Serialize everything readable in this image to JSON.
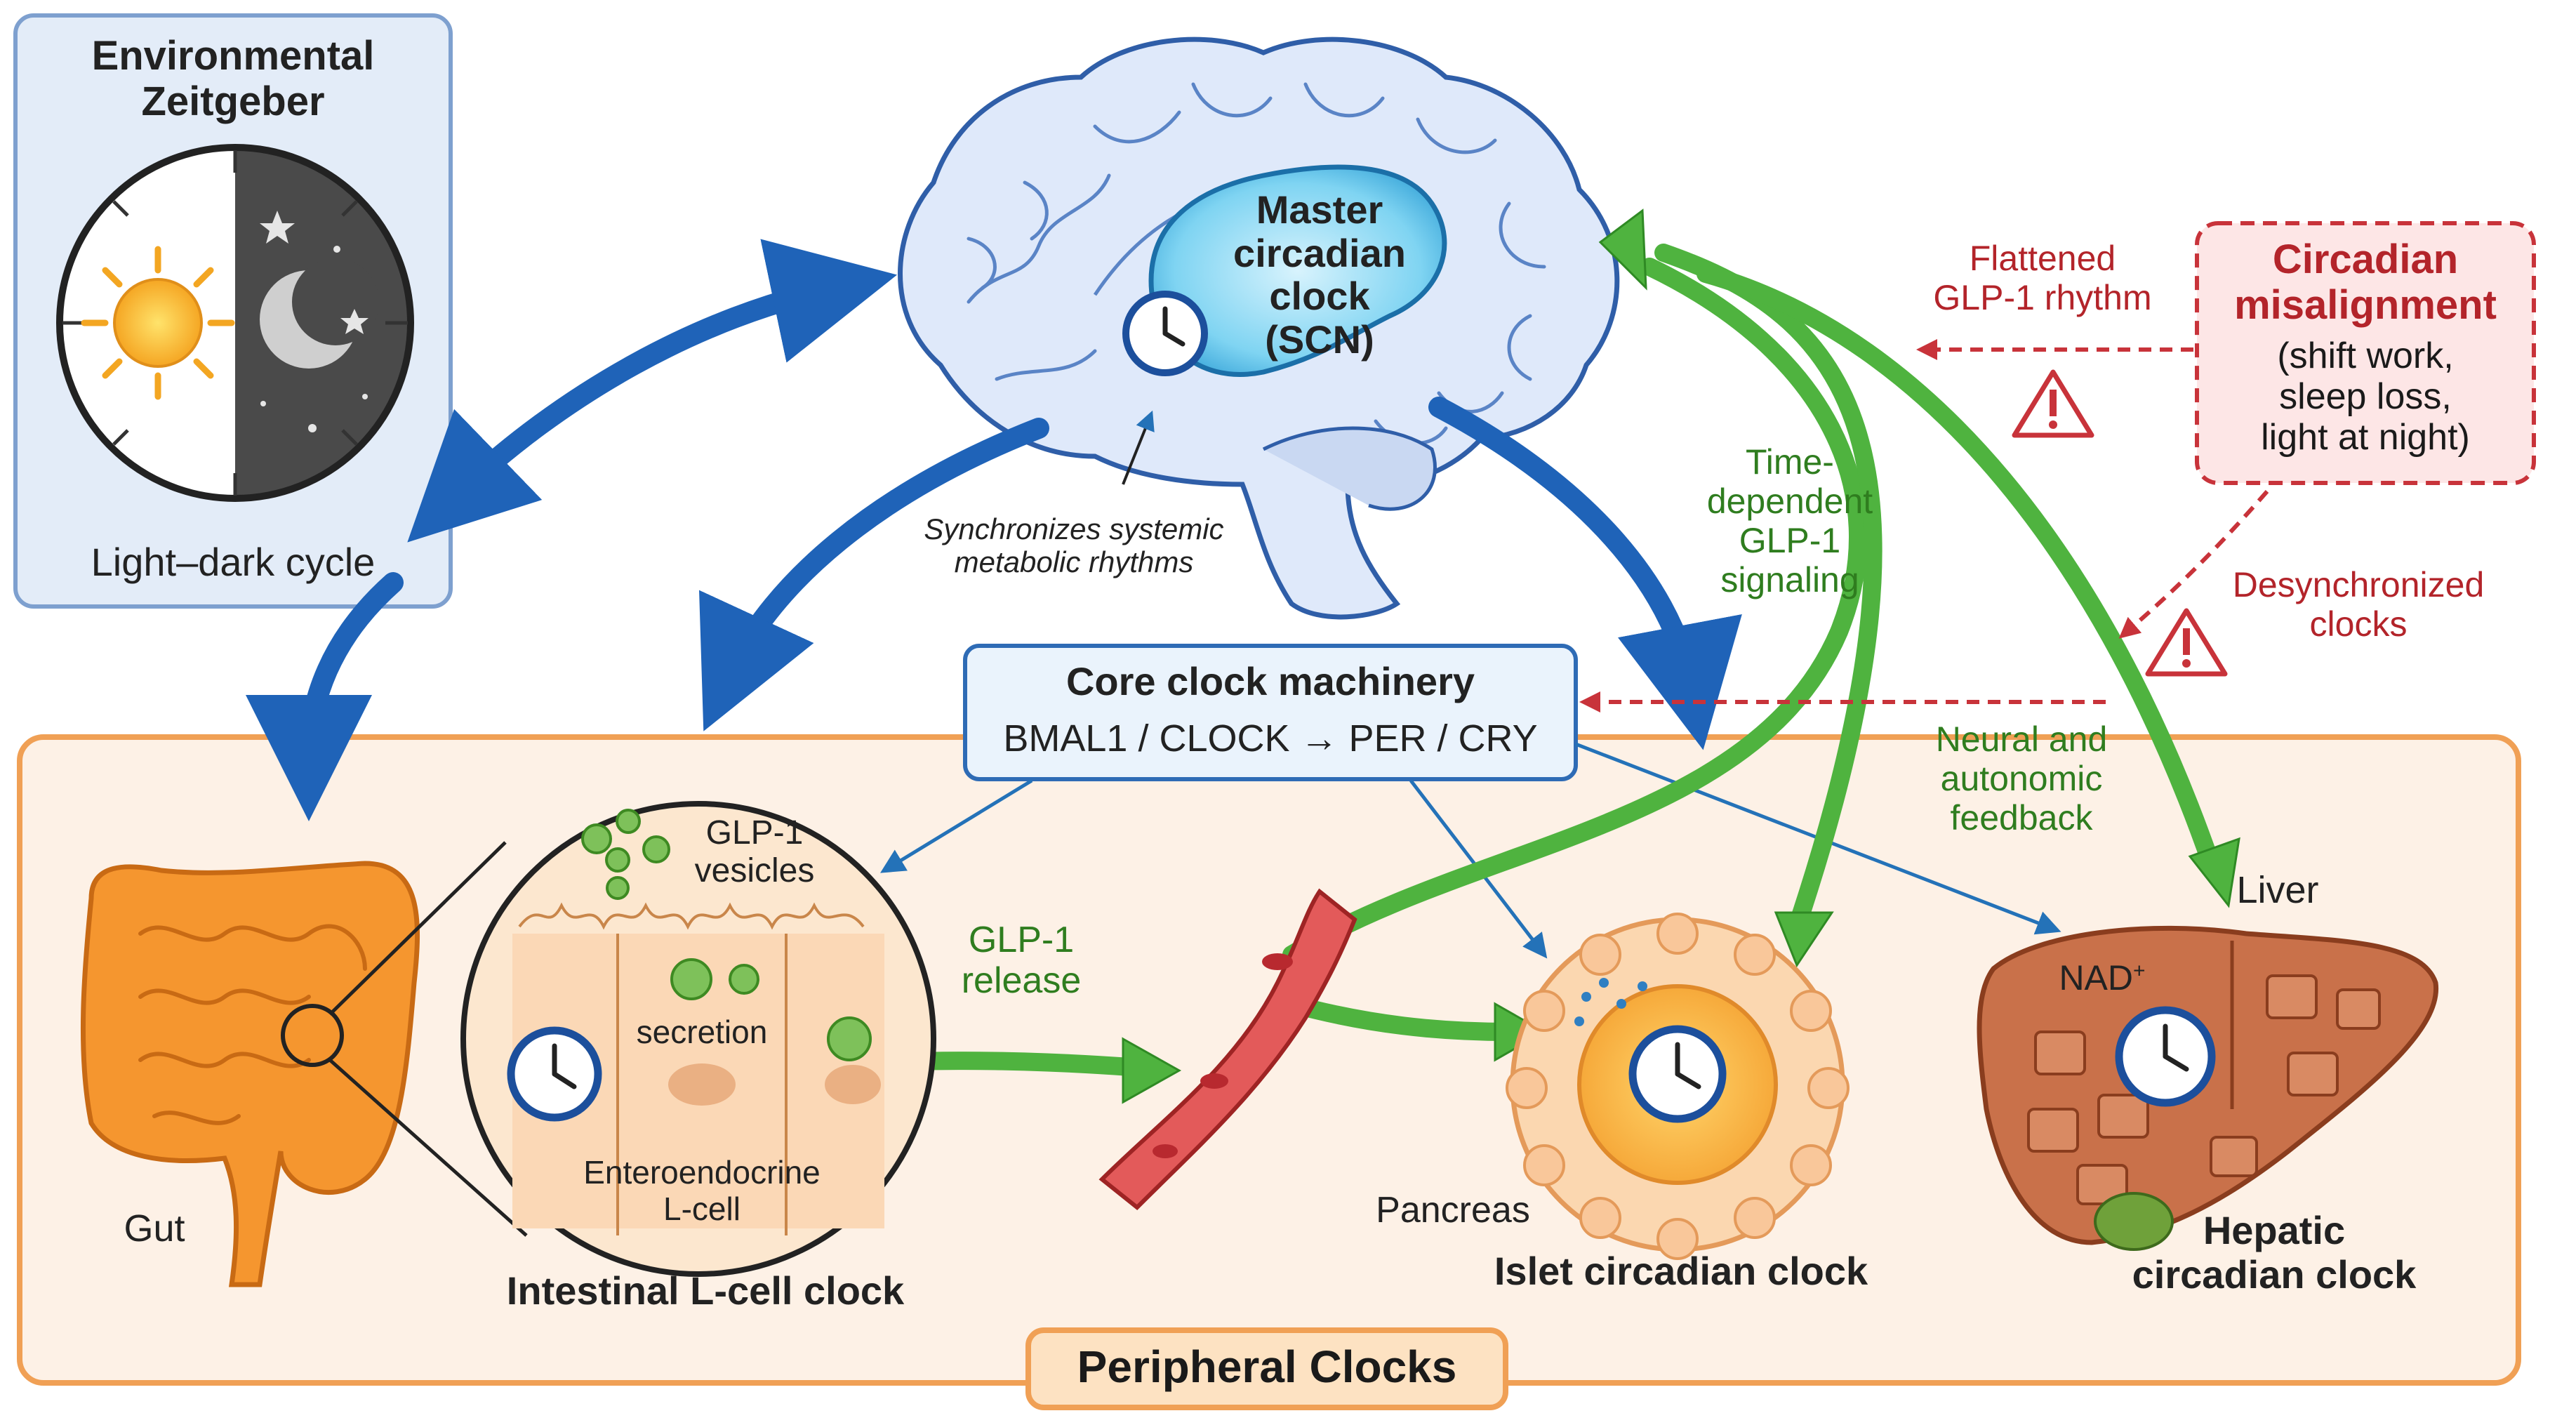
{
  "zeitgeber": {
    "title_line1": "Environmental",
    "title_line2": "Zeitgeber",
    "caption": "Light–dark cycle",
    "day_icon": "sun-icon",
    "night_icon": "moon-icon"
  },
  "brain": {
    "scn_line1": "Master",
    "scn_line2": "circadian",
    "scn_line3": "clock",
    "scn_line4": "(SCN)",
    "annotation_line1": "Synchronizes systemic",
    "annotation_line2": "metabolic rhythms"
  },
  "core_clock": {
    "title": "Core clock machinery",
    "formula": "BMAL1 / CLOCK → PER / CRY"
  },
  "misalignment": {
    "title_line1": "Circadian",
    "title_line2": "misalignment",
    "detail_line1": "(shift work,",
    "detail_line2": "sleep loss,",
    "detail_line3": "light at night)",
    "flattened_line1": "Flattened",
    "flattened_line2": "GLP-1 rhythm",
    "desync_line1": "Desynchronized",
    "desync_line2": "clocks",
    "warning_icon": "warning-triangle-icon"
  },
  "signaling": {
    "time_dep_line1": "Time-",
    "time_dep_line2": "dependent",
    "time_dep_line3": "GLP-1",
    "time_dep_line4": "signaling",
    "neural_line1": "Neural and",
    "neural_line2": "autonomic",
    "neural_line3": "feedback",
    "release_line1": "GLP-1",
    "release_line2": "release"
  },
  "peripheral": {
    "banner": "Peripheral Clocks",
    "gut": "Gut",
    "vesicles_line1": "GLP-1",
    "vesicles_line2": "vesicles",
    "secretion": "secretion",
    "lcell_line1": "Enteroendocrine",
    "lcell_line2": "L-cell",
    "intestinal_clock": "Intestinal L-cell clock",
    "pancreas": "Pancreas",
    "islet_clock": "Islet circadian clock",
    "liver": "Liver",
    "nad": "NAD",
    "nad_sup": "+",
    "hepatic_line1": "Hepatic",
    "hepatic_line2": "circadian clock"
  },
  "colors": {
    "zeitgeber_fill": "#e3ecf8",
    "zeitgeber_border": "#7ea0cf",
    "peripheral_fill": "#fdf1e6",
    "peripheral_border": "#f0a055",
    "blue_arrow": "#1f63b8",
    "green_arrow": "#4fb33f",
    "red_dashed": "#c8333a",
    "scn_fill": "#7fd4f2",
    "liver_fill": "#c9714a",
    "gut_fill": "#f5962f"
  }
}
